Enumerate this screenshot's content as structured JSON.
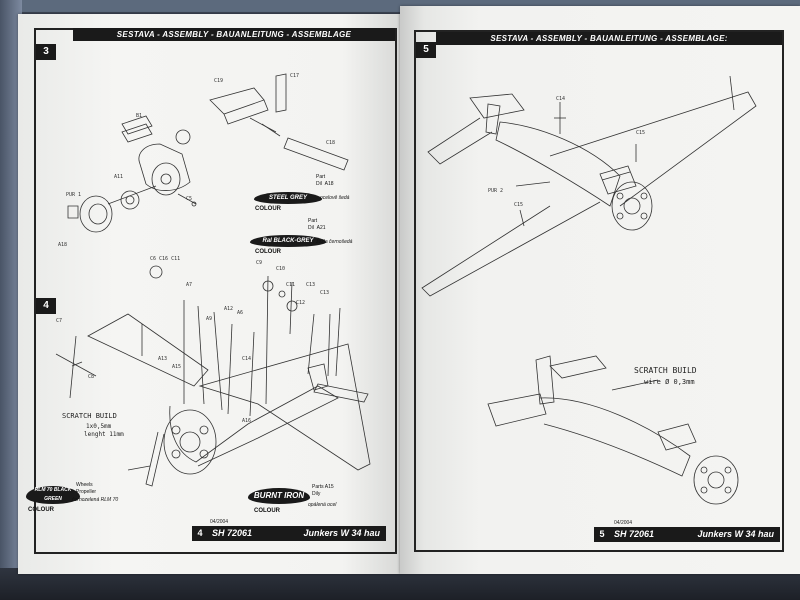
{
  "sheet_header": "SESTAVA -  ASSEMBLY - BAUANLEITUNG - ASSEMBLAGE",
  "sheet_header_right": "SESTAVA -  ASSEMBLY - BAUANLEITUNG - ASSEMBLAGE:",
  "left_page": {
    "steps": [
      "3",
      "4"
    ],
    "parts_step3": [
      "C19",
      "C17",
      "C18",
      "B1",
      "A11",
      "PUR 1",
      "A18",
      "C5"
    ],
    "parts_step4": [
      "C6 C16 C11",
      "A7",
      "A9",
      "A12",
      "A6",
      "C9",
      "C10",
      "C11",
      "C12",
      "C13",
      "C13",
      "C14",
      "A13",
      "A15",
      "A16",
      "C7",
      "C8"
    ],
    "colours": [
      {
        "name": "STEEL GREY",
        "word": "COLOUR",
        "meta": [
          "Part",
          "Dil",
          "A18"
        ],
        "czech": "ocelově šedá"
      },
      {
        "name": "Ral BLACK-GREY",
        "word": "COLOUR",
        "meta": [
          "Part",
          "Dil",
          "A21"
        ],
        "czech": "žežla černošedá"
      },
      {
        "name": "RLM 70 BLACK GREEN",
        "word": "COLOUR",
        "meta": [
          "Wheels",
          "Propeller"
        ],
        "czech": "černozelená RLM 70"
      },
      {
        "name": "BURNT IRON",
        "word": "COLOUR",
        "meta": [
          "Parts",
          "Dily",
          "A15"
        ],
        "czech": "opálená ocel"
      }
    ],
    "scratch": {
      "title": "SCRATCH BUILD",
      "line1": "1x0,5mm",
      "line2": "lenght 11mm"
    },
    "footer": {
      "page": "4",
      "code": "SH 72061",
      "model": "Junkers W 34 hau",
      "date": "04/2004"
    }
  },
  "right_page": {
    "steps": [
      "5"
    ],
    "parts_step5": [
      "C14",
      "C15",
      "PUR 2",
      "C15"
    ],
    "scratch": {
      "title": "SCRATCH BUILD",
      "line1": "wire Ø 0,3mm"
    },
    "footer": {
      "page": "5",
      "code": "SH 72061",
      "model": "Junkers W 34 hau",
      "date": "04/2004"
    }
  }
}
